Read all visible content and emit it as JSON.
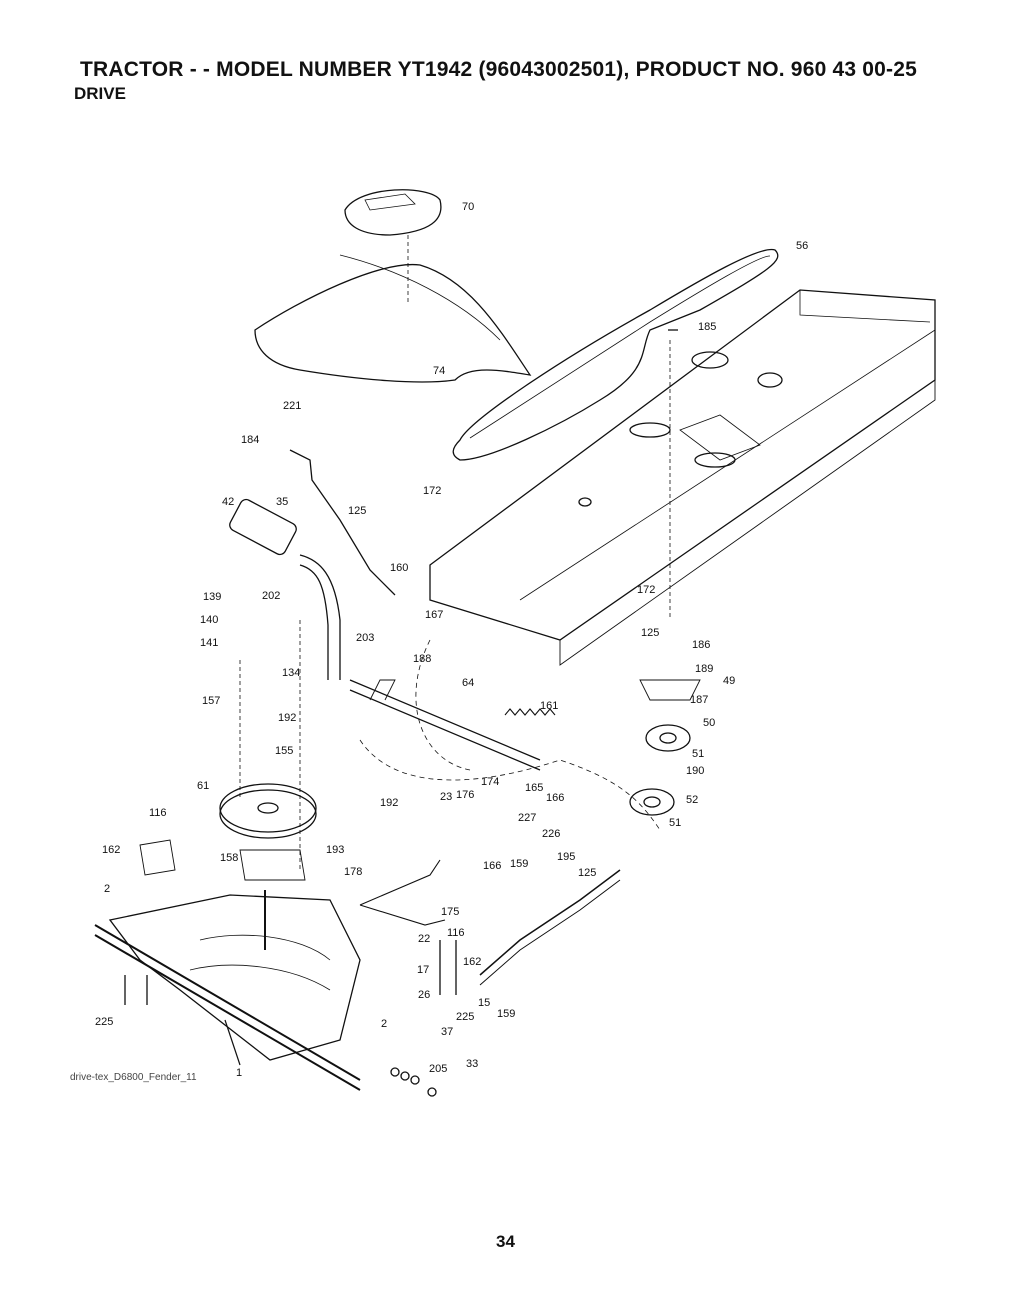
{
  "header": {
    "title": "TRACTOR - - MODEL NUMBER YT1942 (96043002501), PRODUCT NO. 960 43 00-25",
    "section": "DRIVE"
  },
  "diagram": {
    "file_tag": "drive-tex_D6800_Fender_11",
    "callouts": [
      "70",
      "56",
      "185",
      "74",
      "221",
      "184",
      "42",
      "35",
      "125",
      "172",
      "160",
      "167",
      "139",
      "202",
      "140",
      "141",
      "134",
      "203",
      "188",
      "64",
      "161",
      "172",
      "125",
      "186",
      "189",
      "49",
      "187",
      "50",
      "157",
      "192",
      "155",
      "61",
      "192",
      "174",
      "23",
      "176",
      "165",
      "166",
      "51",
      "190",
      "52",
      "51",
      "116",
      "162",
      "158",
      "193",
      "178",
      "227",
      "226",
      "166",
      "159",
      "195",
      "125",
      "175",
      "22",
      "116",
      "2",
      "162",
      "17",
      "26",
      "15",
      "159",
      "225",
      "225",
      "2",
      "37",
      "205",
      "33",
      "1"
    ]
  },
  "footer": {
    "page_number": "34"
  }
}
